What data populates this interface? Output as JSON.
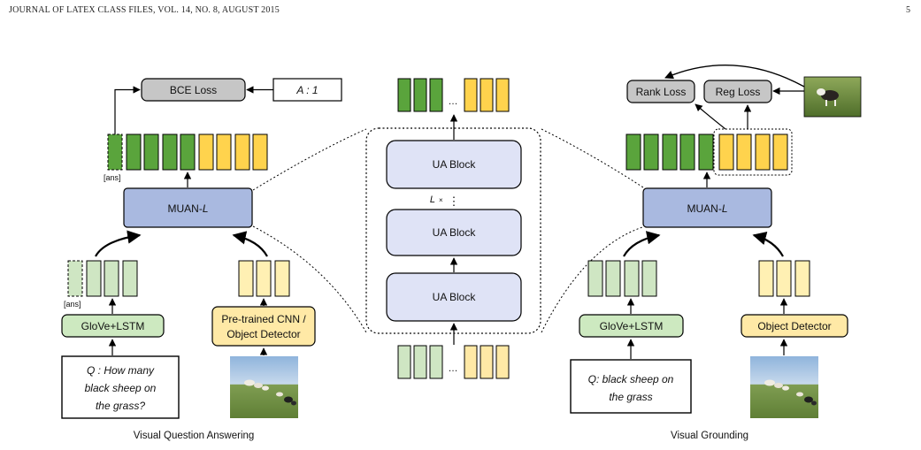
{
  "header": {
    "running_head": "JOURNAL OF LATEX CLASS FILES, VOL. 14, NO. 8, AUGUST 2015",
    "page_number": "5"
  },
  "figure": {
    "vqa": {
      "loss_label": "BCE Loss",
      "answer_label": "A : 1",
      "ans_token_top": "[ans]",
      "muan_label": "MUAN-",
      "muan_italic": "L",
      "ans_token_bottom": "[ans]",
      "text_encoder": "GloVe+LSTM",
      "image_encoder_line1": "Pre-trained CNN /",
      "image_encoder_line2": "Object Detector",
      "question_line1": "Q : How many",
      "question_line2": "black sheep on",
      "question_line3": "the grass?",
      "caption": "Visual Question Answering"
    },
    "center": {
      "block_top": "UA Block",
      "repeat_label": "L",
      "repeat_times": "×",
      "vdots": "⋮",
      "block_mid": "UA Block",
      "block_bottom": "UA Block",
      "ellipsis_top": "…",
      "ellipsis_bottom": "…"
    },
    "vg": {
      "rank_loss": "Rank Loss",
      "reg_loss": "Reg Loss",
      "muan_label": "MUAN-",
      "muan_italic": "L",
      "text_encoder": "GloVe+LSTM",
      "image_encoder": "Object Detector",
      "query_line1": "Q: black sheep on",
      "query_line2": "the grass",
      "caption": "Visual Grounding"
    }
  },
  "colors": {
    "green_dark": "#5aa43c",
    "green_light": "#cfe6c3",
    "yellow": "#ffd34d",
    "yellow_light": "#fff0b3",
    "blue_block": "#a9b9e0",
    "ua_block": "#dfe3f6",
    "loss_gray": "#c6c6c6",
    "encoder_green": "#cde9c0",
    "encoder_yellow": "#ffe9a6"
  }
}
